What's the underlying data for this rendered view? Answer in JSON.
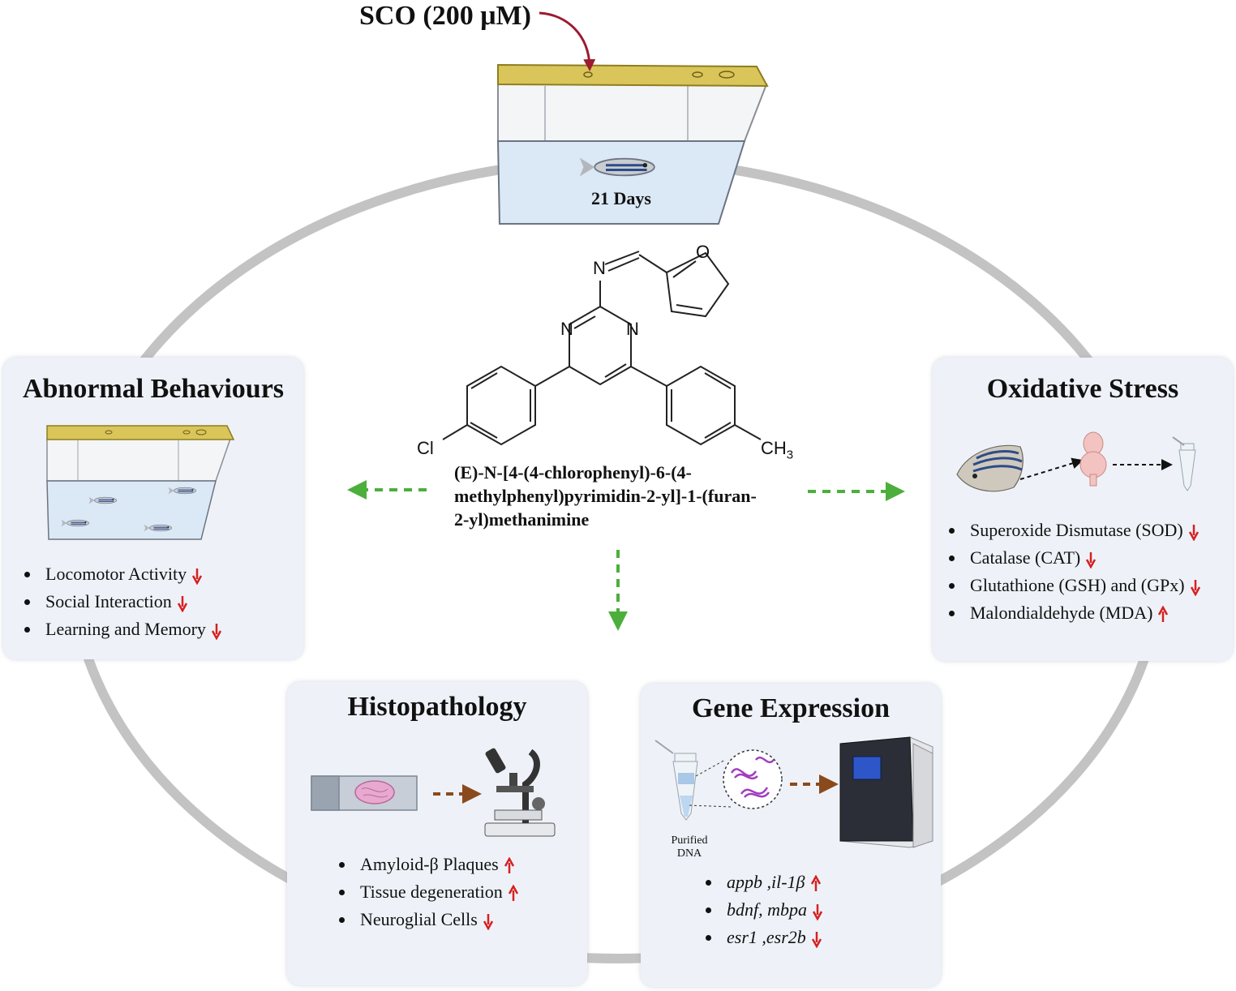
{
  "sco_label": "SCO (200 μM)",
  "duration": "21 Days",
  "molecule": {
    "atoms": {
      "n_imine": "N",
      "o_furan": "O",
      "n1": "N",
      "n3": "N",
      "cl": "Cl",
      "ch3": "CH",
      "ch3_sub": "3"
    },
    "name": "(E)-N-[4-(4-chlorophenyl)-6-(4-methylphenyl)pyrimidin-2-yl]-1-(furan-2-yl)methanimine"
  },
  "panels": {
    "behaviour": {
      "title": "Abnormal Behaviours",
      "items": [
        {
          "text": "Locomotor Activity",
          "trend": "down"
        },
        {
          "text": "Social Interaction",
          "trend": "down"
        },
        {
          "text": "Learning and Memory",
          "trend": "down"
        }
      ]
    },
    "oxidative": {
      "title": "Oxidative Stress",
      "items": [
        {
          "text": "Superoxide Dismutase (SOD)",
          "trend": "down"
        },
        {
          "text": "Catalase (CAT)",
          "trend": "down"
        },
        {
          "text": "Glutathione (GSH) and (GPx)",
          "trend": "down"
        },
        {
          "text": "Malondialdehyde (MDA)",
          "trend": "up"
        }
      ]
    },
    "histo": {
      "title": "Histopathology",
      "items": [
        {
          "text": "Amyloid-β Plaques",
          "trend": "up"
        },
        {
          "text": "Tissue degeneration",
          "trend": "up"
        },
        {
          "text": "Neuroglial Cells",
          "trend": "down"
        }
      ]
    },
    "gene": {
      "title": "Gene Expression",
      "purified_label_1": "Purified",
      "purified_label_2": "DNA",
      "items": [
        {
          "text": "appb ,il-1β",
          "trend": "up"
        },
        {
          "text": "bdnf, mbpa",
          "trend": "down"
        },
        {
          "text": "esr1 ,esr2b",
          "trend": "down"
        }
      ]
    }
  },
  "colors": {
    "panel_bg": "#eef2f8",
    "cycle_ring": "#c3c3c3",
    "arrow_green": "#4caf3c",
    "arrow_brown": "#8b4a1c",
    "trend_red": "#d62020",
    "sco_arrow": "#9b1b30",
    "lid_yellow": "#d9c55a"
  }
}
